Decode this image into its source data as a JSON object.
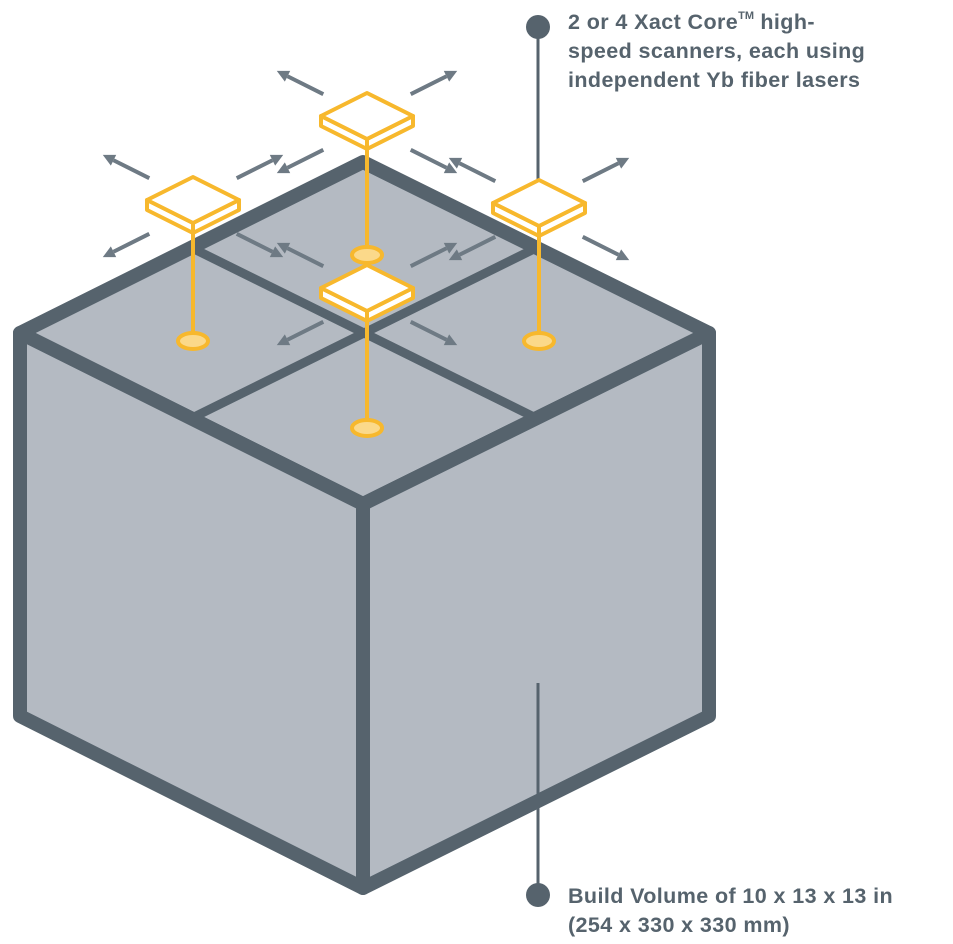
{
  "colors": {
    "cube_fill": "#b4bac2",
    "cube_stroke": "#56636d",
    "scanner_stroke": "#f7b82d",
    "scanner_fill": "#ffffff",
    "beam_spot_fill": "#fbd98a",
    "arrow": "#6e7a84",
    "callout": "#56636d",
    "label_text": "#56636d"
  },
  "annotations": {
    "scanners": {
      "line1_pre": "2 or 4 Xact Core",
      "line1_sup": "TM",
      "line1_post": " high-",
      "line2": "speed scanners, each using",
      "line3": "independent Yb fiber lasers"
    },
    "volume": {
      "line1": "Build Volume of 10 x 13 x 13 in",
      "line2": "(254 x 330 x 330 mm)"
    }
  },
  "scanners": [
    {
      "name": "scanner-top"
    },
    {
      "name": "scanner-left"
    },
    {
      "name": "scanner-right"
    },
    {
      "name": "scanner-center"
    }
  ]
}
